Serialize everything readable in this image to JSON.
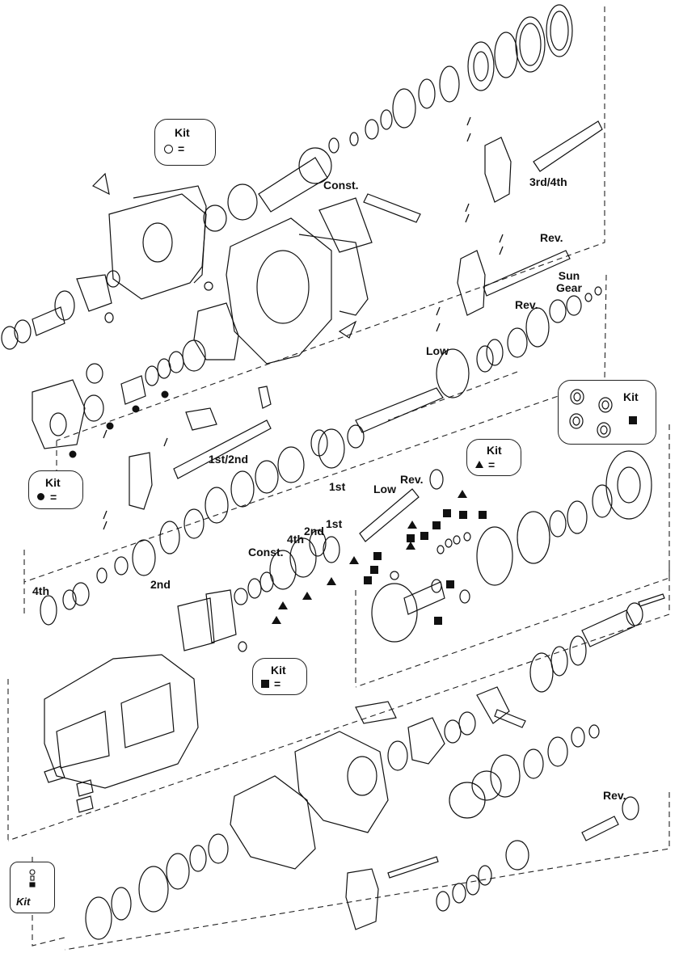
{
  "diagram": {
    "labels": {
      "const_top": "Const.",
      "third_fourth": "3rd/4th",
      "rev_fork": "Rev.",
      "sun_gear": "Sun\nGear",
      "rev_gear": "Rev.",
      "low_top": "Low",
      "first_second": "1st/2nd",
      "first_a": "1st",
      "low_mid": "Low",
      "rev_mid": "Rev.",
      "first_b": "1st",
      "second_a": "2nd",
      "fourth_a": "4th",
      "const_mid": "Const.",
      "fourth_b": "4th",
      "second_b": "2nd",
      "rev_bottom": "Rev."
    },
    "kits": {
      "circle_kit": {
        "title": "Kit",
        "equals": "="
      },
      "dot_kit": {
        "title": "Kit",
        "equals": "="
      },
      "triangle_kit": {
        "title": "Kit",
        "equals": "="
      },
      "square_kit": {
        "title": "Kit",
        "equals": "="
      },
      "bearing_kit": {
        "title": "Kit"
      }
    },
    "legend": {
      "text": "Kit"
    }
  }
}
